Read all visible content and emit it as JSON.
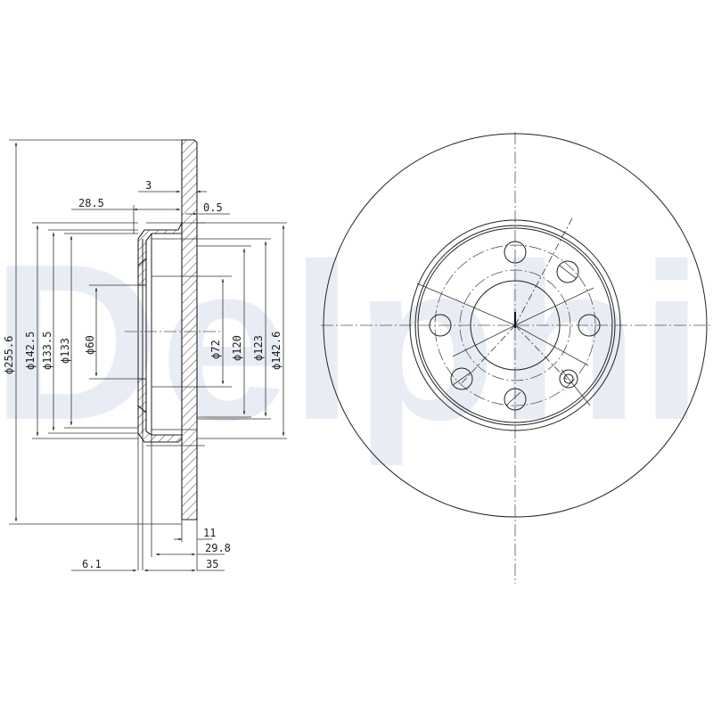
{
  "watermark": {
    "text": "Delphi",
    "color": "#e8edf5"
  },
  "section_view": {
    "title": "brake-disc-cross-section",
    "diameters": [
      {
        "id": "outer",
        "label": "ϕ255.6"
      },
      {
        "id": "d142_5",
        "label": "ϕ142.5"
      },
      {
        "id": "d133_5",
        "label": "ϕ133.5"
      },
      {
        "id": "d133",
        "label": "ϕ133"
      },
      {
        "id": "d60",
        "label": "ϕ60"
      },
      {
        "id": "d72",
        "label": "ϕ72"
      },
      {
        "id": "d120",
        "label": "ϕ120"
      },
      {
        "id": "d123",
        "label": "ϕ123"
      },
      {
        "id": "d142_6",
        "label": "ϕ142.6"
      }
    ],
    "axial_dims": [
      {
        "id": "hat_depth",
        "label": "28.5"
      },
      {
        "id": "thickness_top",
        "label": "3"
      },
      {
        "id": "offset",
        "label": "0.5"
      },
      {
        "id": "disc_thickness",
        "label": "11"
      },
      {
        "id": "overall_offset",
        "label": "29.8"
      },
      {
        "id": "overall_height",
        "label": "35"
      },
      {
        "id": "flange",
        "label": "6.1"
      }
    ]
  },
  "front_view": {
    "title": "brake-disc-front-view",
    "bolt_holes": 7,
    "pcd_marks": "dash-dot circles"
  }
}
